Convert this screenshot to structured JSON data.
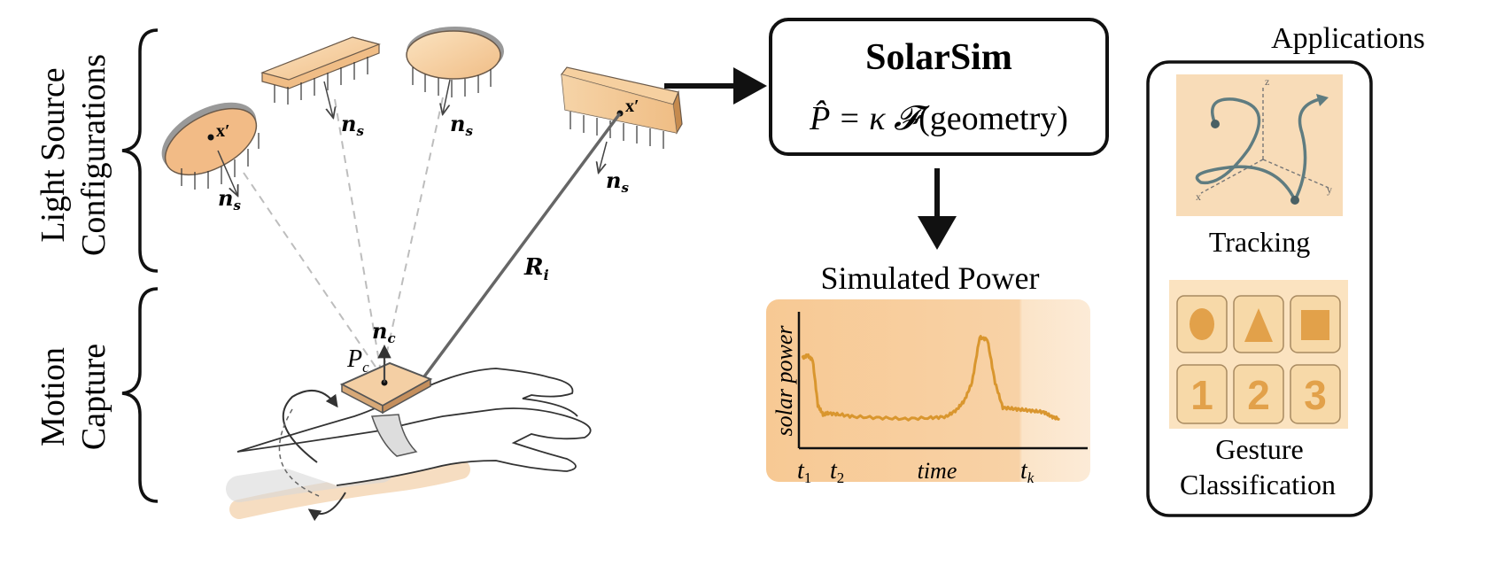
{
  "sections": {
    "light_source_line1": "Light Source",
    "light_source_line2": "Configurations",
    "motion_line1": "Motion",
    "motion_line2": "Capture"
  },
  "light_sources": {
    "point_label": "x′",
    "normal_label": "n",
    "normal_sub": "s",
    "ray_label": "R",
    "ray_sub": "i"
  },
  "wrist": {
    "normal_label": "n",
    "normal_sub": "c",
    "power_label": "P",
    "power_sub": "c"
  },
  "solarsim": {
    "title": "SolarSim",
    "formula_lhs": "P̂ = κ ",
    "formula_func": "𝓕",
    "formula_rhs": "(geometry)"
  },
  "simulated_power": {
    "title": "Simulated Power",
    "ylabel": "solar power",
    "xlabel": "time",
    "t1": "t",
    "t1_sub": "1",
    "t2": "t",
    "t2_sub": "2",
    "tk": "t",
    "tk_sub": "k"
  },
  "applications": {
    "title": "Applications",
    "tracking_label": "Tracking",
    "gesture_line1": "Gesture",
    "gesture_line2": "Classification",
    "axis_z": "z",
    "axis_x": "x",
    "axis_y": "y",
    "digits": [
      "1",
      "2",
      "3"
    ]
  },
  "colors": {
    "accent_orange": "#e0a04a",
    "panel_peach": "#f6d2a8",
    "signal": "#d9962e"
  },
  "chart_data": {
    "type": "line",
    "title": "Simulated Power",
    "xlabel": "time",
    "ylabel": "solar power",
    "x": [
      0,
      0.02,
      0.04,
      0.06,
      0.08,
      0.1,
      0.14,
      0.2,
      0.3,
      0.4,
      0.5,
      0.56,
      0.6,
      0.63,
      0.66,
      0.69,
      0.72,
      0.75,
      0.78,
      0.82,
      0.86,
      0.9,
      0.94,
      0.97,
      1.0
    ],
    "values": [
      0.72,
      0.74,
      0.7,
      0.3,
      0.22,
      0.23,
      0.22,
      0.2,
      0.19,
      0.18,
      0.19,
      0.2,
      0.26,
      0.34,
      0.5,
      0.9,
      0.88,
      0.5,
      0.28,
      0.27,
      0.26,
      0.25,
      0.24,
      0.2,
      0.18
    ],
    "ylim": [
      0,
      1
    ],
    "grid": false,
    "ticks_x": [
      "t1",
      "t2",
      "tk"
    ]
  }
}
